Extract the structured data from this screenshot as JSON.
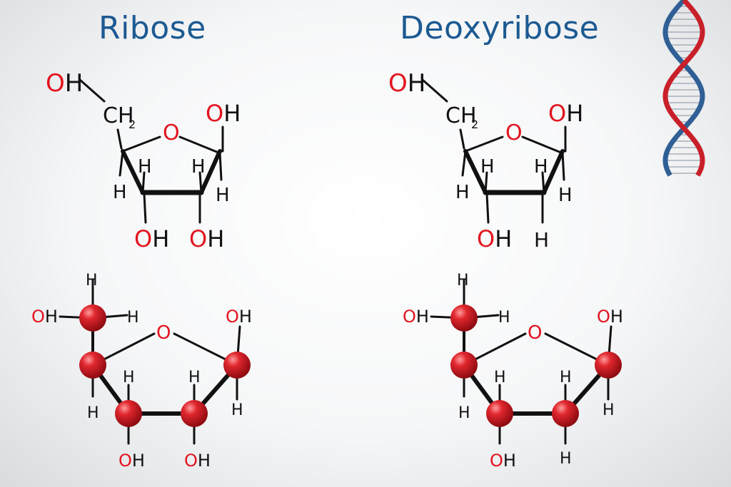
{
  "titles": {
    "left": "Ribose",
    "right": "Deoxyribose"
  },
  "colors": {
    "title": "#1c5a92",
    "oxygen": "#e2141f",
    "bond": "#111111",
    "ball": "#d21a22",
    "dna_red": "#c8202a",
    "dna_blue": "#2f5f95"
  },
  "symbols": {
    "O": "O",
    "H": "H",
    "OH": "OH",
    "CH2": "CH",
    "sub2": "2"
  },
  "icons": {
    "dna": "dna-helix-icon"
  }
}
